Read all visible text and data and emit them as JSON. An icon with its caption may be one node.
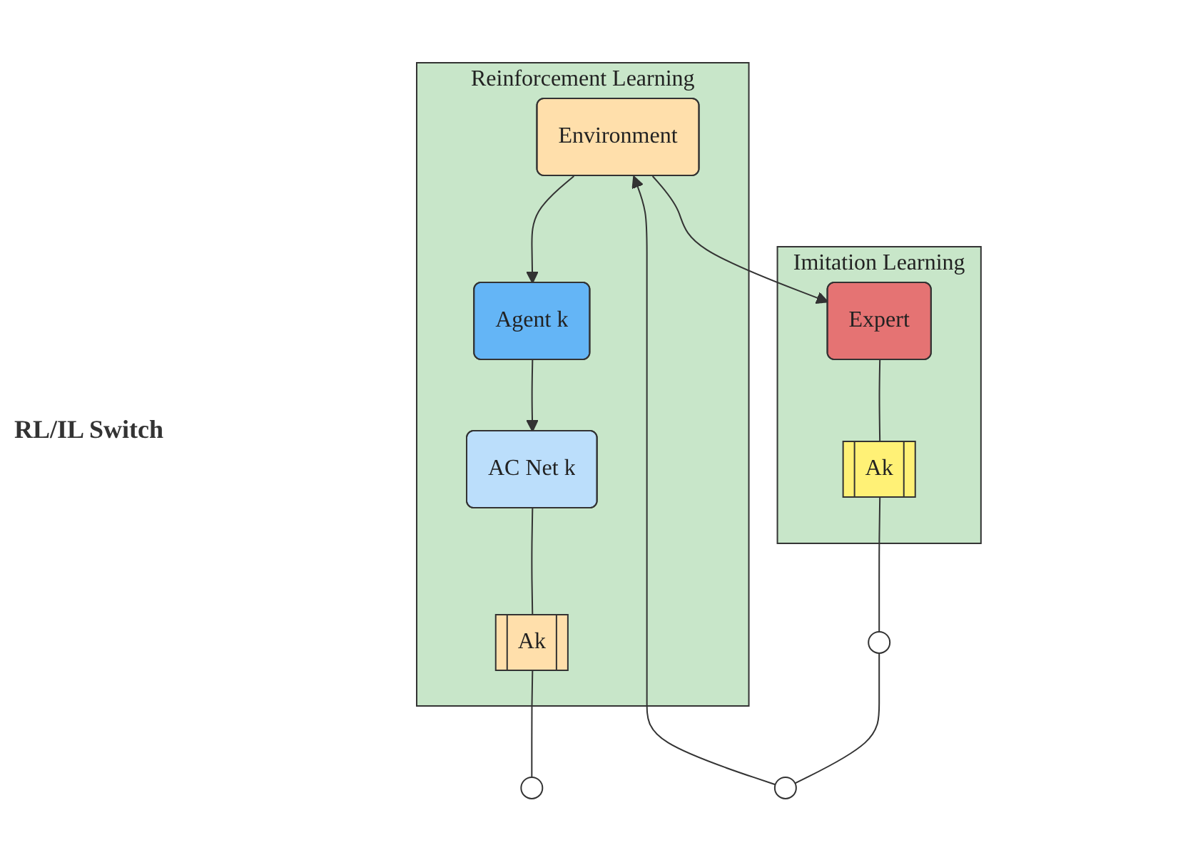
{
  "diagram": {
    "nodes": [
      {
        "text": [
          "Reinforcement Learning"
        ]
      },
      {
        "text": [
          "Environment"
        ],
        "in": 0
      },
      {
        "text": [
          "Agent k"
        ],
        "in": 0
      },
      {
        "text": [
          "AC Net k"
        ],
        "in": 0
      },
      {
        "text": [
          "Ak"
        ],
        "in": 0
      },
      {
        "text": [
          "Imitation Learning"
        ]
      },
      {
        "text": [
          "Expert"
        ],
        "in": 5
      },
      {
        "text": [
          "Ak"
        ],
        "in": 5
      },
      {
        "text": [],
        "shape": "circle"
      },
      {
        "text": [],
        "shape": "circle"
      },
      {
        "text": [],
        "shape": "circle"
      }
    ],
    "edges": [
      {
        "from": 1,
        "to": 2,
        "arrow": "to"
      },
      {
        "from": 2,
        "to": 3,
        "arrow": "to"
      },
      {
        "from": 3,
        "to": 4,
        "arrow": "none"
      },
      {
        "from": 1,
        "to": 6,
        "arrow": "to"
      },
      {
        "from": 6,
        "to": 7,
        "arrow": "none"
      },
      {
        "from": 4,
        "to": 8,
        "arrow": "none"
      },
      {
        "from": 7,
        "to": 9,
        "arrow": "none"
      },
      {
        "from": 9,
        "to": 10,
        "arrow": "none"
      },
      {
        "from": 10,
        "to": 1,
        "arrow": "to"
      }
    ],
    "labels": [
      "RL/IL Switch"
    ]
  }
}
